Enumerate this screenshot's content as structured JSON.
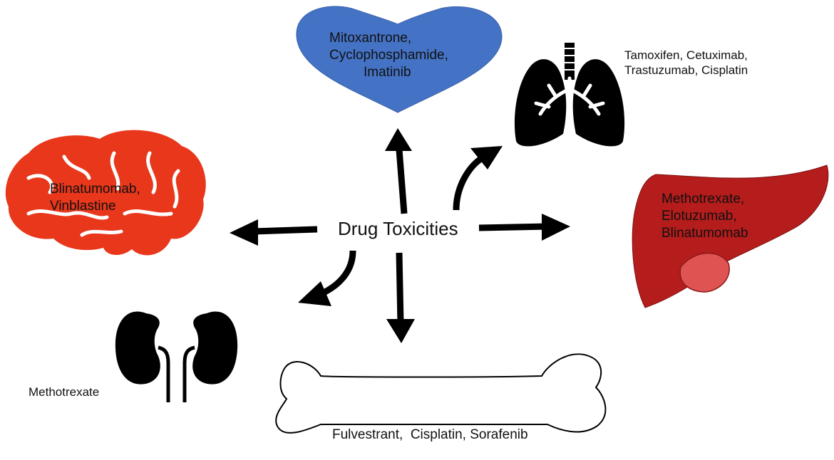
{
  "center": {
    "label": "Drug Toxicities"
  },
  "organs": {
    "heart": {
      "lines": [
        "Mitoxantrone,",
        "Cyclophosphamide,",
        "Imatinib"
      ]
    },
    "lungs": {
      "lines": [
        "Tamoxifen, Cetuximab,",
        "Trastuzumab, Cisplatin"
      ]
    },
    "brain": {
      "lines": [
        "Blinatumomab,",
        "Vinblastine"
      ]
    },
    "liver": {
      "lines": [
        "Methotrexate,",
        "Elotuzumab,",
        "Blinatumomab"
      ]
    },
    "kidney": {
      "lines": [
        "Methotrexate"
      ]
    },
    "bone": {
      "lines": [
        "Fulvestrant,  Cisplatin, Sorafenib"
      ]
    }
  },
  "colors": {
    "heart": "#4472c4",
    "brain": "#e8371b",
    "liver": "#b51c1c",
    "liver_lobe": "#e05353",
    "ink": "#000000"
  }
}
